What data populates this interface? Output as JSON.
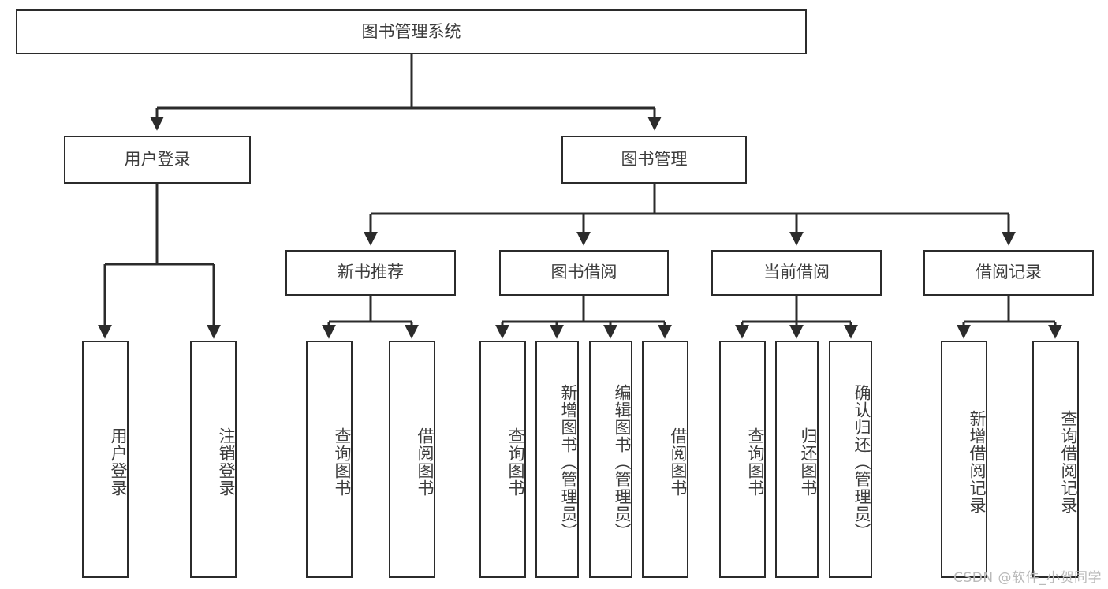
{
  "diagram": {
    "title": "图书管理系统",
    "watermark": "CSDN @软件_小贺同学",
    "colors": {
      "border": "#2b2b2b",
      "text": "#3c3c3c",
      "connector": "#2b2b2b",
      "background": "#ffffff",
      "watermark": "#b9b9b9"
    },
    "root": {
      "label": "图书管理系统"
    },
    "level2": [
      {
        "label": "用户登录"
      },
      {
        "label": "图书管理"
      }
    ],
    "level3": [
      {
        "label": "新书推荐"
      },
      {
        "label": "图书借阅"
      },
      {
        "label": "当前借阅"
      },
      {
        "label": "借阅记录"
      }
    ],
    "leaves": {
      "user_login": [
        {
          "label": "用户登录"
        },
        {
          "label": "注销登录"
        }
      ],
      "new_book_recommend": [
        {
          "label": "查询图书"
        },
        {
          "label": "借阅图书"
        }
      ],
      "book_borrow": [
        {
          "label": "查询图书"
        },
        {
          "label": "新增图书（管理员）"
        },
        {
          "label": "编辑图书（管理员）"
        },
        {
          "label": "借阅图书"
        }
      ],
      "current_borrow": [
        {
          "label": "查询图书"
        },
        {
          "label": "归还图书"
        },
        {
          "label": "确认归还（管理员）"
        }
      ],
      "borrow_record": [
        {
          "label": "新增借阅记录"
        },
        {
          "label": "查询借阅记录"
        }
      ]
    }
  }
}
